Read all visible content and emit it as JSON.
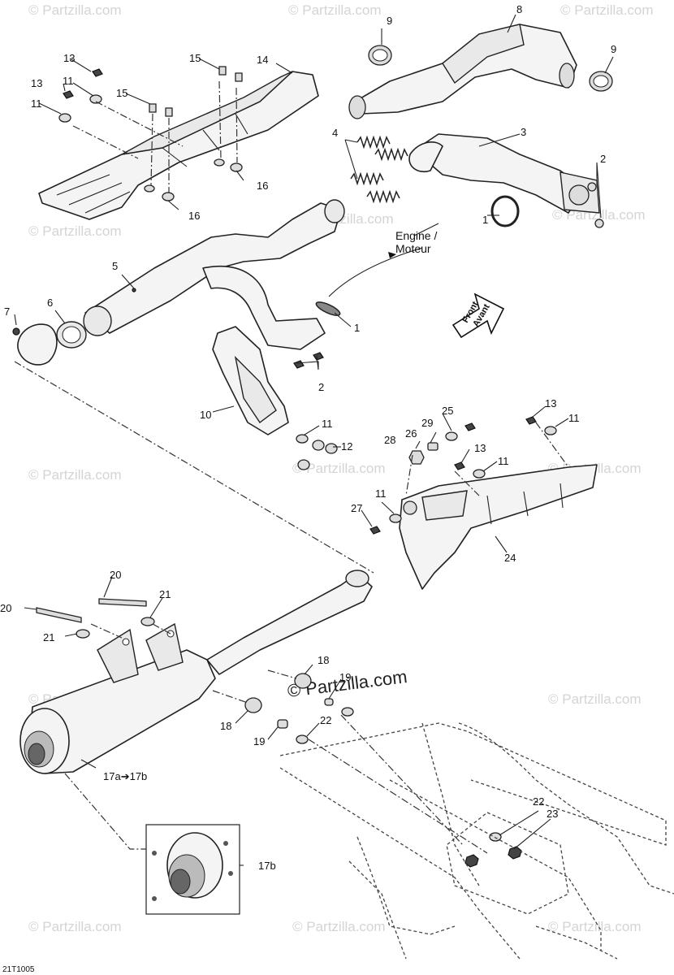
{
  "watermark": "© Partzilla.com",
  "watermark_center": "© Partzilla.com",
  "doc_id": "21T1005",
  "engine_label_line1": "Engine /",
  "engine_label_line2": "Moteur",
  "front_label_line1": "Front",
  "front_label_line2": "Avant",
  "callouts": {
    "c1a": "1",
    "c1b": "1",
    "c2a": "2",
    "c2b": "2",
    "c3": "3",
    "c4": "4",
    "c5": "5",
    "c6": "6",
    "c7": "7",
    "c8": "8",
    "c9a": "9",
    "c9b": "9",
    "c10": "10",
    "c11a": "11",
    "c11b": "11",
    "c11c": "11",
    "c11d": "11",
    "c11e": "11",
    "c11f": "11",
    "c12": "12",
    "c13a": "13",
    "c13b": "13",
    "c13c": "13",
    "c13d": "13",
    "c14": "14",
    "c15a": "15",
    "c15b": "15",
    "c16a": "16",
    "c16b": "16",
    "c17a": "17a➔17b",
    "c17b": "17b",
    "c18a": "18",
    "c18b": "18",
    "c19a": "19",
    "c19b": "19",
    "c20a": "20",
    "c20b": "20",
    "c21a": "21",
    "c21b": "21",
    "c22a": "22",
    "c22b": "22",
    "c23": "23",
    "c24": "24",
    "c25": "25",
    "c26": "26",
    "c27": "27",
    "c28": "28",
    "c29": "29"
  }
}
